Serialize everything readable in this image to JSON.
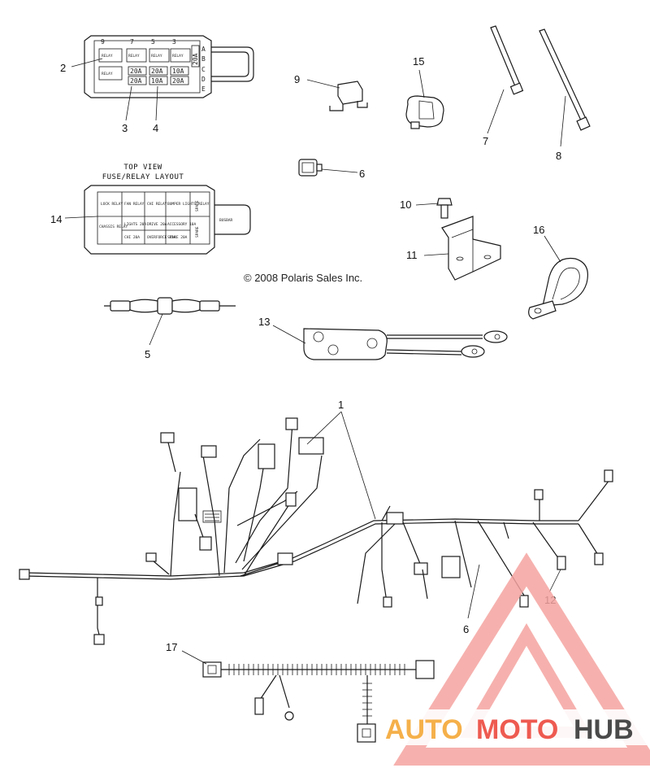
{
  "copyright": "© 2008 Polaris Sales Inc.",
  "layout_title": [
    "TOP VIEW",
    "FUSE/RELAY LAYOUT"
  ],
  "callouts": {
    "c1": "1",
    "c2": "2",
    "c3": "3",
    "c4": "4",
    "c5": "5",
    "c6a": "6",
    "c6b": "6",
    "c7": "7",
    "c8": "8",
    "c9": "9",
    "c10": "10",
    "c11": "11",
    "c12": "12",
    "c13": "13",
    "c14": "14",
    "c15": "15",
    "c16": "16",
    "c17": "17"
  },
  "fuse_box": {
    "top_numbers": [
      "9",
      "7",
      "5",
      "3"
    ],
    "side_letters": [
      "A",
      "B",
      "C",
      "D",
      "E"
    ],
    "relay_label": "RELAY",
    "fuses_row1": [
      "20A",
      "20A",
      "10A"
    ],
    "fuses_row2": [
      "20A",
      "10A",
      "20A"
    ],
    "side_fuse": "20A"
  },
  "layout_cells": {
    "r1": [
      "LOCK RELAY",
      "FAN RELAY",
      "CHI RELAY",
      "BUMPER LIGHTS RELAY",
      "SPARE"
    ],
    "r2": [
      "CHASSIS RELAY",
      "LIGHTS 20A",
      "DRIVE 20A",
      "ACCESSORY 10A",
      "SPARE"
    ],
    "r3": [
      "",
      "CHI 20A",
      "OVERFORCE 15A",
      "SPARE 20A",
      ""
    ],
    "side": "BUSBAR"
  },
  "logo": {
    "part1": "AUTO",
    "part2": "MOTO",
    "part3": "HUB"
  },
  "colors": {
    "line": "#1a1a1a",
    "logo_orange": "#f5b04a",
    "logo_red": "#ee5a50",
    "logo_gray": "#4a4a4a",
    "logo_pink": "#f4a3a0"
  }
}
